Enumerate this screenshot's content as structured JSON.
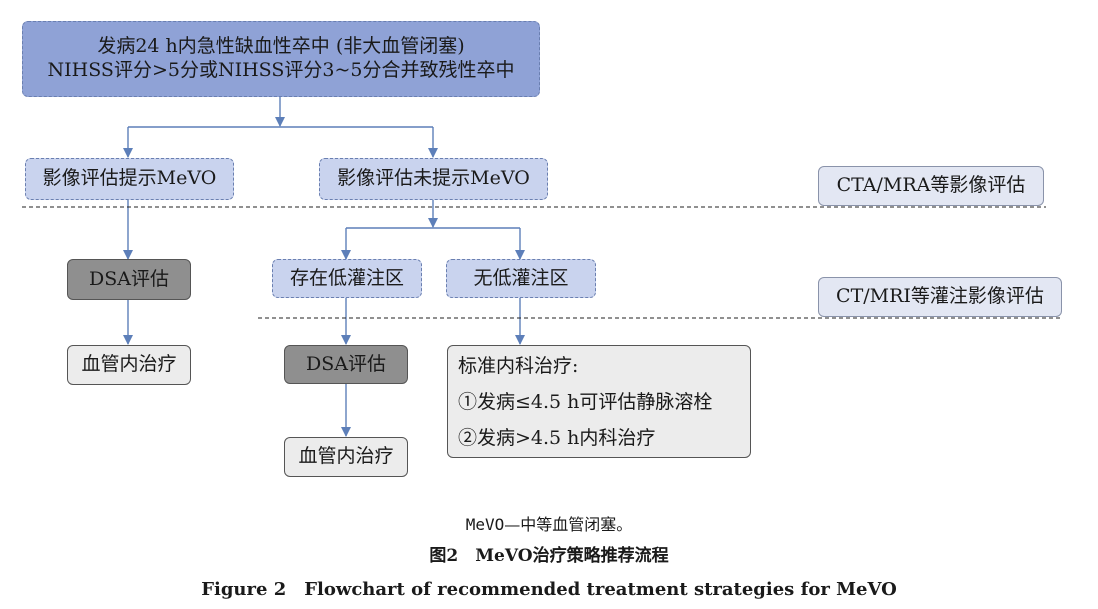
{
  "flowchart": {
    "start": {
      "line1": "发病24 h内急性缺血性卒中 (非大血管闭塞)",
      "line2": "NIHSS评分>5分或NIHSS评分3~5分合并致残性卒中"
    },
    "left_branch": {
      "imaging": "影像评估提示MeVO",
      "dsa": "DSA评估",
      "treatment": "血管内治疗"
    },
    "right_branch": {
      "imaging": "影像评估未提示MeVO",
      "hypoperfusion": {
        "label": "存在低灌注区",
        "dsa": "DSA评估",
        "treatment": "血管内治疗"
      },
      "no_hypoperfusion": {
        "label": "无低灌注区",
        "medical": {
          "title": "标准内科治疗:",
          "item1": "①发病≤4.5 h可评估静脉溶栓",
          "item2": "②发病>4.5 h内科治疗"
        }
      }
    },
    "side_labels": {
      "stage1": "CTA/MRA等影像评估",
      "stage2": "CT/MRI等灌注影像评估"
    }
  },
  "caption": {
    "abbr_en": "MeVO",
    "abbr_cn": "—中等血管闭塞。",
    "figure_cn": "图2　MeVO治疗策略推荐流程",
    "figure_en": "Figure 2　Flowchart of recommended treatment strategies for MeVO"
  },
  "colors": {
    "start_fill": "#8fa2d6",
    "node_fill": "#c9d3ee",
    "dsa_fill": "#8f8f8f",
    "treatment_fill": "#ececec",
    "arrow": "#5d7fb9"
  }
}
